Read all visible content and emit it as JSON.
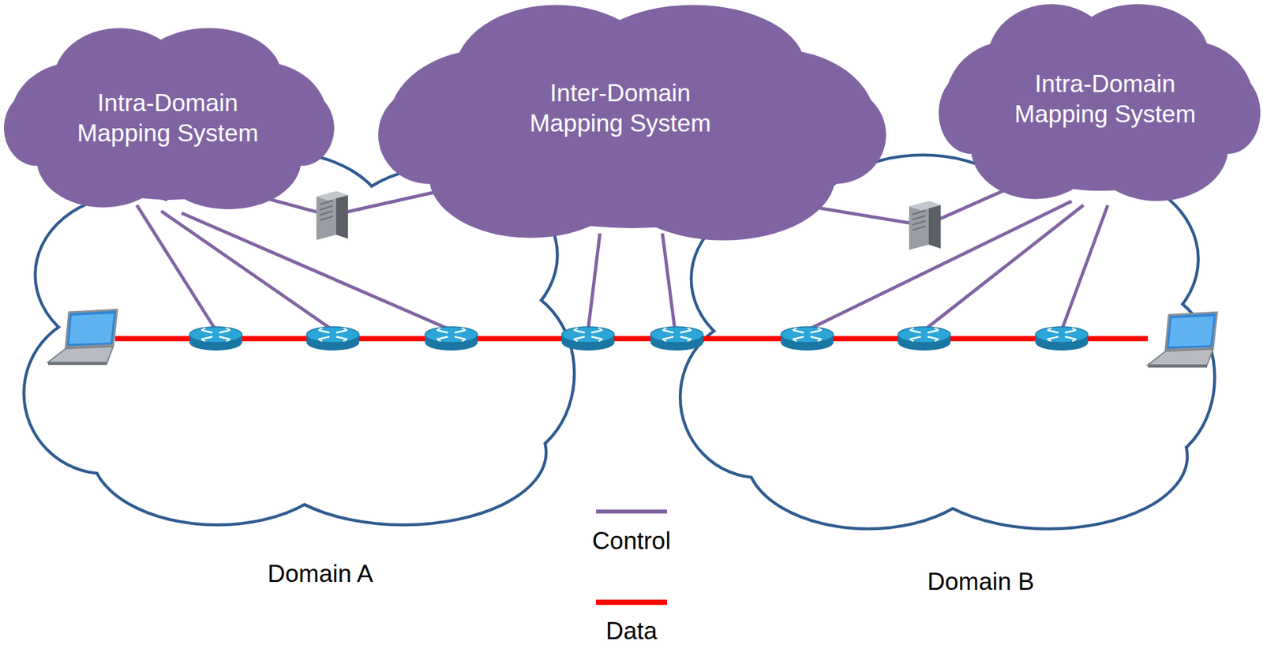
{
  "diagram": {
    "nodes": [
      {
        "text": [
          "Intra-Domain Mapping System"
        ]
      },
      {
        "text": [
          "Inter-Domain Mapping System"
        ]
      },
      {
        "text": [
          "Intra-Domain Mapping System"
        ]
      },
      {
        "text": [
          "Domain A"
        ]
      },
      {
        "text": [
          "Domain B"
        ]
      }
    ],
    "edges": [
      {
        "from": 0,
        "to": 1,
        "arrow": "none"
      },
      {
        "from": 1,
        "to": 2,
        "arrow": "none"
      }
    ],
    "legend": [
      {
        "text": "Control"
      },
      {
        "text": "Data"
      }
    ]
  }
}
